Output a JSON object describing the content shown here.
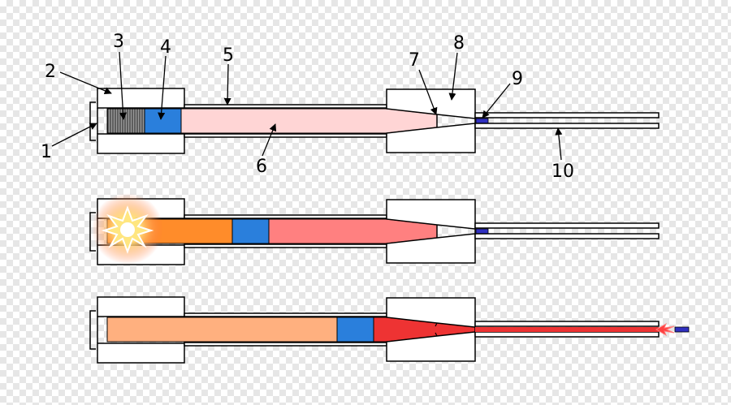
{
  "callouts": [
    {
      "id": "1",
      "text": "1"
    },
    {
      "id": "2",
      "text": "2"
    },
    {
      "id": "3",
      "text": "3"
    },
    {
      "id": "4",
      "text": "4"
    },
    {
      "id": "5",
      "text": "5"
    },
    {
      "id": "6",
      "text": "6"
    },
    {
      "id": "7",
      "text": "7"
    },
    {
      "id": "8",
      "text": "8"
    },
    {
      "id": "9",
      "text": "9"
    },
    {
      "id": "10",
      "text": "10"
    }
  ],
  "colors": {
    "outline": "#000000",
    "piston_blue": "#2a7fdc",
    "projectile_navy": "#3030c0",
    "stage1_gas": "#ffd5d5",
    "stage2_gas": "#ff8080",
    "stage3_gas": "#ee3333",
    "burning_powder": "#ff8c2a",
    "burnt_powder": "#ffb07f",
    "powder_charge": "#808080",
    "flash": "#ffd050",
    "muzzle_flash": "#ff4040"
  },
  "icons": [
    "ignition-flash-icon",
    "muzzle-flash-icon"
  ]
}
